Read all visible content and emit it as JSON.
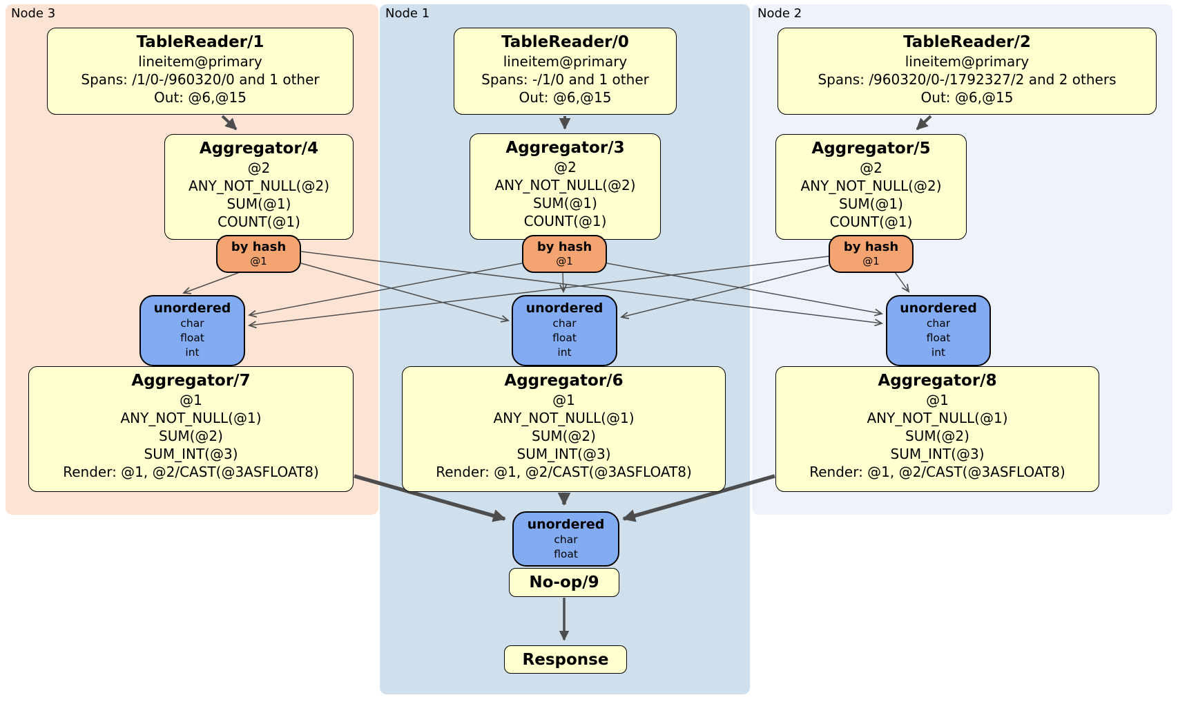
{
  "nodes": {
    "node3": {
      "label": "Node 3",
      "tablereader": {
        "title": "TableReader/1",
        "lines": [
          "lineitem@primary",
          "Spans: /1/0-/960320/0 and 1 other",
          "Out: @6,@15"
        ]
      },
      "aggregator_top": {
        "title": "Aggregator/4",
        "lines": [
          "@2",
          "ANY_NOT_NULL(@2)",
          "SUM(@1)",
          "COUNT(@1)"
        ]
      },
      "hash_router": {
        "title": "by hash",
        "key": "@1"
      },
      "sync": {
        "title": "unordered",
        "streams": [
          "char",
          "float",
          "int"
        ]
      },
      "aggregator_final": {
        "title": "Aggregator/7",
        "lines": [
          "@1",
          "ANY_NOT_NULL(@1)",
          "SUM(@2)",
          "SUM_INT(@3)",
          "Render: @1, @2/CAST(@3ASFLOAT8)"
        ]
      }
    },
    "node1": {
      "label": "Node 1",
      "tablereader": {
        "title": "TableReader/0",
        "lines": [
          "lineitem@primary",
          "Spans: -/1/0 and 1 other",
          "Out: @6,@15"
        ]
      },
      "aggregator_top": {
        "title": "Aggregator/3",
        "lines": [
          "@2",
          "ANY_NOT_NULL(@2)",
          "SUM(@1)",
          "COUNT(@1)"
        ]
      },
      "hash_router": {
        "title": "by hash",
        "key": "@1"
      },
      "sync": {
        "title": "unordered",
        "streams": [
          "char",
          "float",
          "int"
        ]
      },
      "aggregator_final": {
        "title": "Aggregator/6",
        "lines": [
          "@1",
          "ANY_NOT_NULL(@1)",
          "SUM(@2)",
          "SUM_INT(@3)",
          "Render: @1, @2/CAST(@3ASFLOAT8)"
        ]
      },
      "final_sync": {
        "title": "unordered",
        "streams": [
          "char",
          "float"
        ]
      },
      "noop": {
        "title": "No-op/9"
      },
      "response": {
        "title": "Response"
      }
    },
    "node2": {
      "label": "Node 2",
      "tablereader": {
        "title": "TableReader/2",
        "lines": [
          "lineitem@primary",
          "Spans: /960320/0-/1792327/2 and 2 others",
          "Out: @6,@15"
        ]
      },
      "aggregator_top": {
        "title": "Aggregator/5",
        "lines": [
          "@2",
          "ANY_NOT_NULL(@2)",
          "SUM(@1)",
          "COUNT(@1)"
        ]
      },
      "hash_router": {
        "title": "by hash",
        "key": "@1"
      },
      "sync": {
        "title": "unordered",
        "streams": [
          "char",
          "float",
          "int"
        ]
      },
      "aggregator_final": {
        "title": "Aggregator/8",
        "lines": [
          "@1",
          "ANY_NOT_NULL(@1)",
          "SUM(@2)",
          "SUM_INT(@3)",
          "Render: @1, @2/CAST(@3ASFLOAT8)"
        ]
      }
    }
  },
  "colors": {
    "node3-bg": "#FCE3D3",
    "node1-bg": "#CFE0EC",
    "node2-bg": "#EEF2FB",
    "box-fill": "#FFFFCF",
    "hash-fill": "#F4A471",
    "sync-fill": "#82ABF2",
    "edge": "#4D4D4D",
    "border": "#000000"
  }
}
